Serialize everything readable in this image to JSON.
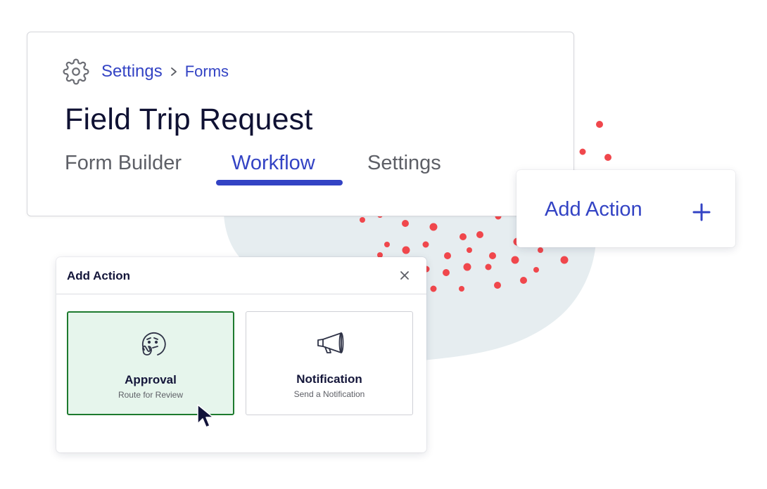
{
  "colors": {
    "accent": "#3343c4",
    "title": "#0f1133",
    "tab_inactive": "#5d5f66",
    "selected_border": "#1d7a2e",
    "selected_fill": "#e6f5ec",
    "dots": "#f0474c",
    "blob": "#e6edf0"
  },
  "header": {
    "breadcrumb": {
      "icon": "gear-icon",
      "settings": "Settings",
      "separator_icon": "chevron-right-icon",
      "forms": "Forms"
    },
    "title": "Field Trip Request",
    "tabs": [
      {
        "label": "Form Builder",
        "active": false
      },
      {
        "label": "Workflow",
        "active": true
      },
      {
        "label": "Settings",
        "active": false
      }
    ]
  },
  "floating_button": {
    "label": "Add Action",
    "icon": "plus-icon"
  },
  "modal": {
    "title": "Add Action",
    "close_icon": "close-icon",
    "options": [
      {
        "icon": "thinking-face-icon",
        "title": "Approval",
        "subtitle": "Route for Review",
        "selected": true
      },
      {
        "icon": "megaphone-icon",
        "title": "Notification",
        "subtitle": "Send a Notification",
        "selected": false
      }
    ]
  },
  "pointer": {
    "icon": "cursor-arrow-icon"
  }
}
